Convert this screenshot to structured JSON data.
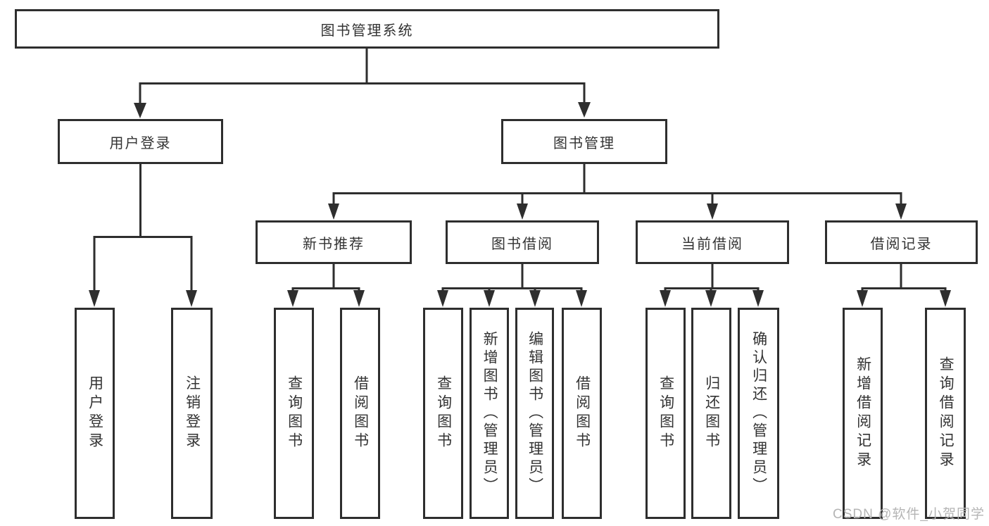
{
  "tree": {
    "label": "图书管理系统",
    "children": [
      {
        "label": "用户登录",
        "children": [
          {
            "label": "用户登录"
          },
          {
            "label": "注销登录"
          }
        ]
      },
      {
        "label": "图书管理",
        "children": [
          {
            "label": "新书推荐",
            "children": [
              {
                "label": "查询图书"
              },
              {
                "label": "借阅图书"
              }
            ]
          },
          {
            "label": "图书借阅",
            "children": [
              {
                "label": "查询图书"
              },
              {
                "label": "新增图书（管理员）"
              },
              {
                "label": "编辑图书（管理员）"
              },
              {
                "label": "借阅图书"
              }
            ]
          },
          {
            "label": "当前借阅",
            "children": [
              {
                "label": "查询图书"
              },
              {
                "label": "归还图书"
              },
              {
                "label": "确认归还（管理员）"
              }
            ]
          },
          {
            "label": "借阅记录",
            "children": [
              {
                "label": "新增借阅记录"
              },
              {
                "label": "查询借阅记录"
              }
            ]
          }
        ]
      }
    ]
  },
  "watermark": "CSDN @软件_小贺同学",
  "colors": {
    "line": "#2e2e2e",
    "text": "#333333",
    "watermark": "#b5b5b5",
    "background": "#ffffff"
  }
}
